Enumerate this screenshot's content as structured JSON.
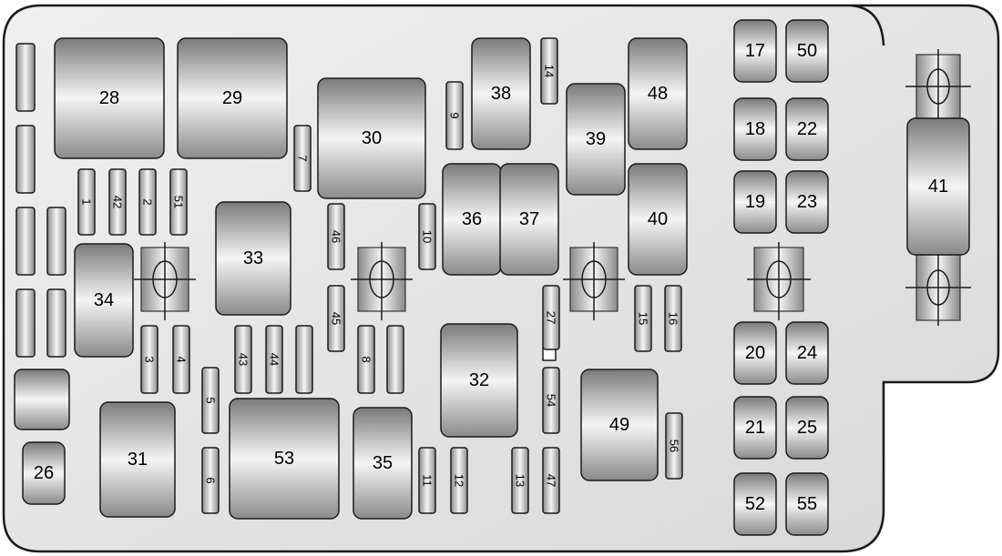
{
  "fuse_box": {
    "components": [
      {
        "id": "c1",
        "label": "1"
      },
      {
        "id": "c2",
        "label": "2"
      },
      {
        "id": "c3",
        "label": "3"
      },
      {
        "id": "c4",
        "label": "4"
      },
      {
        "id": "c5",
        "label": "5"
      },
      {
        "id": "c6",
        "label": "6"
      },
      {
        "id": "c7",
        "label": "7"
      },
      {
        "id": "c8",
        "label": "8"
      },
      {
        "id": "c9",
        "label": "9"
      },
      {
        "id": "c10",
        "label": "10"
      },
      {
        "id": "c11",
        "label": "11"
      },
      {
        "id": "c12",
        "label": "12"
      },
      {
        "id": "c13",
        "label": "13"
      },
      {
        "id": "c14",
        "label": "14"
      },
      {
        "id": "c15",
        "label": "15"
      },
      {
        "id": "c16",
        "label": "16"
      },
      {
        "id": "c17",
        "label": "17"
      },
      {
        "id": "c18",
        "label": "18"
      },
      {
        "id": "c19",
        "label": "19"
      },
      {
        "id": "c20",
        "label": "20"
      },
      {
        "id": "c21",
        "label": "21"
      },
      {
        "id": "c22",
        "label": "22"
      },
      {
        "id": "c23",
        "label": "23"
      },
      {
        "id": "c24",
        "label": "24"
      },
      {
        "id": "c25",
        "label": "25"
      },
      {
        "id": "c26",
        "label": "26"
      },
      {
        "id": "c27",
        "label": "27"
      },
      {
        "id": "c28",
        "label": "28"
      },
      {
        "id": "c29",
        "label": "29"
      },
      {
        "id": "c30",
        "label": "30"
      },
      {
        "id": "c31",
        "label": "31"
      },
      {
        "id": "c32",
        "label": "32"
      },
      {
        "id": "c33",
        "label": "33"
      },
      {
        "id": "c34",
        "label": "34"
      },
      {
        "id": "c35",
        "label": "35"
      },
      {
        "id": "c36",
        "label": "36"
      },
      {
        "id": "c37",
        "label": "37"
      },
      {
        "id": "c38",
        "label": "38"
      },
      {
        "id": "c39",
        "label": "39"
      },
      {
        "id": "c40",
        "label": "40"
      },
      {
        "id": "c41",
        "label": "41"
      },
      {
        "id": "c42",
        "label": "42"
      },
      {
        "id": "c43",
        "label": "43"
      },
      {
        "id": "c44",
        "label": "44"
      },
      {
        "id": "c45",
        "label": "45"
      },
      {
        "id": "c46",
        "label": "46"
      },
      {
        "id": "c47",
        "label": "47"
      },
      {
        "id": "c48",
        "label": "48"
      },
      {
        "id": "c49",
        "label": "49"
      },
      {
        "id": "c50",
        "label": "50"
      },
      {
        "id": "c51",
        "label": "51"
      },
      {
        "id": "c52",
        "label": "52"
      },
      {
        "id": "c53",
        "label": "53"
      },
      {
        "id": "c54",
        "label": "54"
      },
      {
        "id": "c55",
        "label": "55"
      },
      {
        "id": "c56",
        "label": "56"
      }
    ]
  },
  "colors": {
    "outline": "#1a1a1a",
    "panel_fill": "#e8e8e8",
    "component_light": "#f5f5f5",
    "component_dark": "#7a7a7a"
  }
}
